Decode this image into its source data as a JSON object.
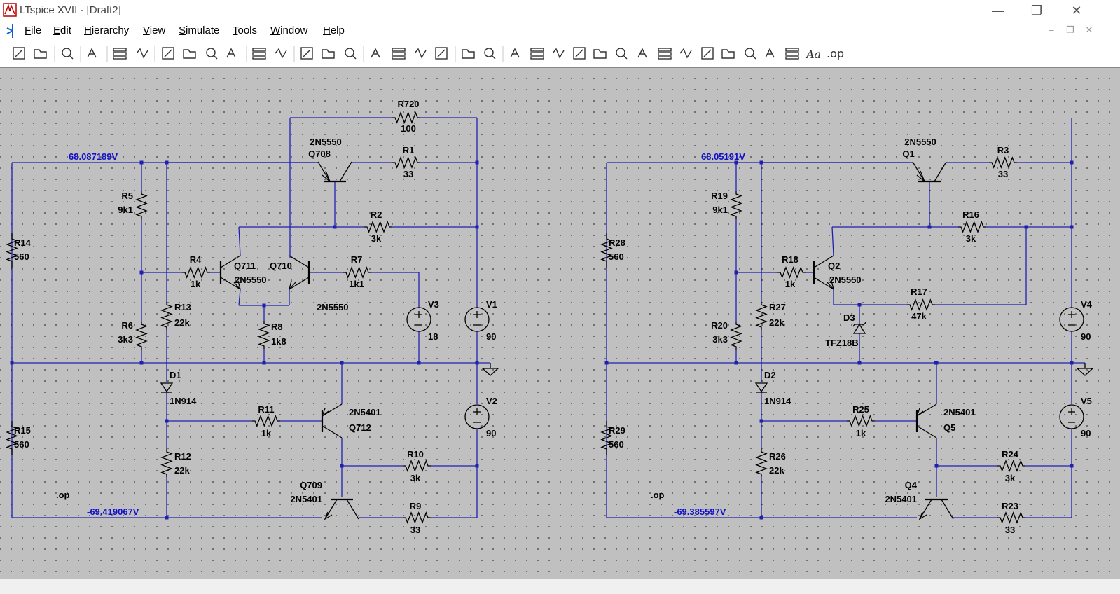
{
  "window": {
    "title": "LTspice XVII - [Draft2]",
    "controls": {
      "minimize": "—",
      "restore": "❐",
      "close": "✕"
    }
  },
  "menu": [
    {
      "label": "File",
      "accel": "F"
    },
    {
      "label": "Edit",
      "accel": "E"
    },
    {
      "label": "Hierarchy",
      "accel": "H"
    },
    {
      "label": "View",
      "accel": "V"
    },
    {
      "label": "Simulate",
      "accel": "S"
    },
    {
      "label": "Tools",
      "accel": "T"
    },
    {
      "label": "Window",
      "accel": "W"
    },
    {
      "label": "Help",
      "accel": "H"
    }
  ],
  "toolbar": [
    "new-schematic-icon",
    "open-icon",
    "save-icon",
    "control-panel-icon",
    "run-icon",
    "halt-icon",
    "zoom-in-icon",
    "pan-icon",
    "zoom-out-icon",
    "zoom-fit-icon",
    "autorange-icon",
    "last-view-icon",
    "tile-horizontal-icon",
    "tile-vertical-icon",
    "cascade-icon",
    "cut-icon",
    "copy-icon",
    "paste-icon",
    "find-icon",
    "print-icon",
    "print-setup-icon",
    "draw-wire-icon",
    "ground-icon",
    "label-net-icon",
    "resistor-icon",
    "capacitor-icon",
    "inductor-icon",
    "diode-icon",
    "component-icon",
    "move-icon",
    "drag-icon",
    "undo-icon",
    "redo-icon",
    "rotate-icon",
    "mirror-icon",
    "text-icon"
  ],
  "toolbar_text": {
    "spice_directive": ".op",
    "text_tool": "Aa"
  },
  "schematic": {
    "left": {
      "node_top": "68.087189V",
      "node_bottom": "-69.419067V",
      "directive": ".op",
      "labels": {
        "R720": "R720",
        "R720v": "100",
        "Q708m": "2N5550",
        "Q708": "Q708",
        "R1": "R1",
        "R1v": "33",
        "R5": "R5",
        "R5v": "9k1",
        "R2": "R2",
        "R2v": "3k",
        "R14": "R14",
        "R14v": "560",
        "R4": "R4",
        "R4v": "1k",
        "Q711": "Q711",
        "Q710": "Q710",
        "Q711m": "2N5550",
        "Q710m": "2N5550",
        "R7": "R7",
        "R7v": "1k1",
        "R13": "R13",
        "R13v": "22k",
        "R8": "R8",
        "R8v": "1k8",
        "V3": "V3",
        "V3v": "18",
        "V1": "V1",
        "V1v": "90",
        "R6": "R6",
        "R6v": "3k3",
        "D1": "D1",
        "D1m": "1N914",
        "R11": "R11",
        "R11v": "1k",
        "Q712m": "2N5401",
        "Q712": "Q712",
        "V2": "V2",
        "V2v": "90",
        "R15": "R15",
        "R15v": "560",
        "R12": "R12",
        "R12v": "22k",
        "R10": "R10",
        "R10v": "3k",
        "Q709": "Q709",
        "Q709m": "2N5401",
        "R9": "R9",
        "R9v": "33"
      }
    },
    "right": {
      "node_top": "68.05191V",
      "node_bottom": "-69.385597V",
      "directive": ".op",
      "labels": {
        "Q1m": "2N5550",
        "Q1": "Q1",
        "R3": "R3",
        "R3v": "33",
        "R19": "R19",
        "R19v": "9k1",
        "R16": "R16",
        "R16v": "3k",
        "R28": "R28",
        "R28v": "560",
        "R18": "R18",
        "R18v": "1k",
        "Q2": "Q2",
        "Q2m": "2N5550",
        "R17": "R17",
        "R17v": "47k",
        "R27": "R27",
        "R27v": "22k",
        "D3": "D3",
        "D3m": "TFZ18B",
        "V4": "V4",
        "V4v": "90",
        "R20": "R20",
        "R20v": "3k3",
        "D2": "D2",
        "D2m": "1N914",
        "R25": "R25",
        "R25v": "1k",
        "Q5m": "2N5401",
        "Q5": "Q5",
        "V5": "V5",
        "V5v": "90",
        "R29": "R29",
        "R29v": "560",
        "R26": "R26",
        "R26v": "22k",
        "R24": "R24",
        "R24v": "3k",
        "Q4": "Q4",
        "Q4m": "2N5401",
        "R23": "R23",
        "R23v": "33"
      }
    }
  },
  "colors": {
    "wire": "#2020b0",
    "node_label": "#1010c8",
    "canvas": "#c0c0c0",
    "component": "#000000"
  }
}
